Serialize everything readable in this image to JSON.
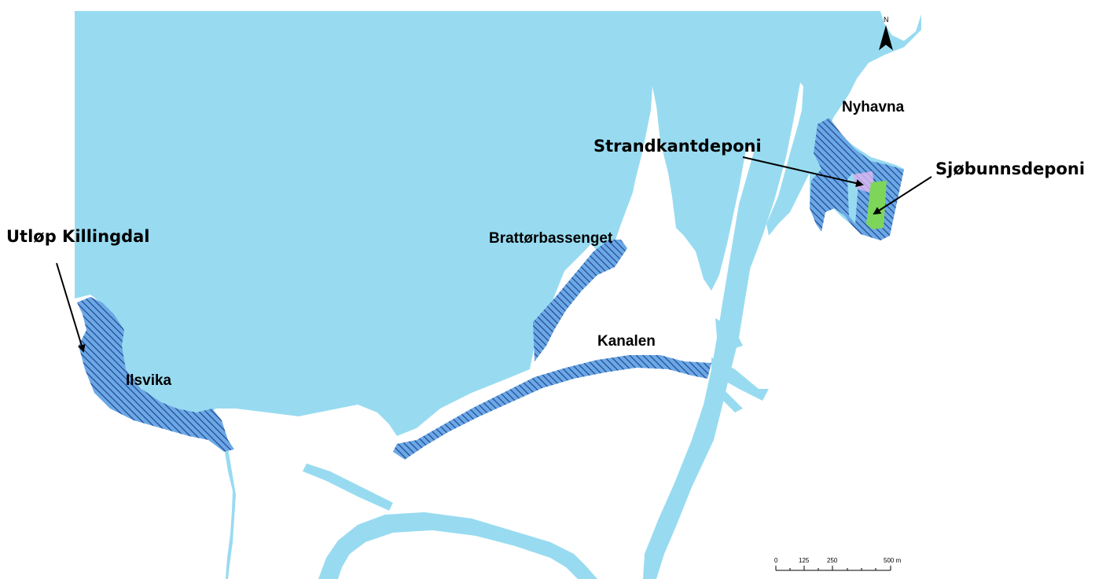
{
  "colors": {
    "water": "#98dbf1",
    "land": "#ffffff",
    "zone_fill": "#6aa8e6",
    "zone_hatch": "#1f3f8a",
    "strand_fill": "#c9b6ee",
    "seabed_fill": "#7dd65a",
    "text": "#000000"
  },
  "labels": {
    "nyhavna": "Nyhavna",
    "strandkantdeponi": "Strandkantdeponi",
    "sjobunnsdeponi": "Sjøbunnsdeponi",
    "utlop_killingdal": "Utløp Killingdal",
    "brattorbassenget": "Brattørbassenget",
    "kanalen": "Kanalen",
    "ilsvika": "Ilsvika"
  },
  "north_arrow": {
    "label": "N"
  },
  "scale_bar": {
    "ticks": [
      "0",
      "125",
      "250",
      "500 m"
    ]
  },
  "icons": {
    "north_arrow": "north-arrow-icon",
    "pointer": "arrow-pointer-icon"
  }
}
